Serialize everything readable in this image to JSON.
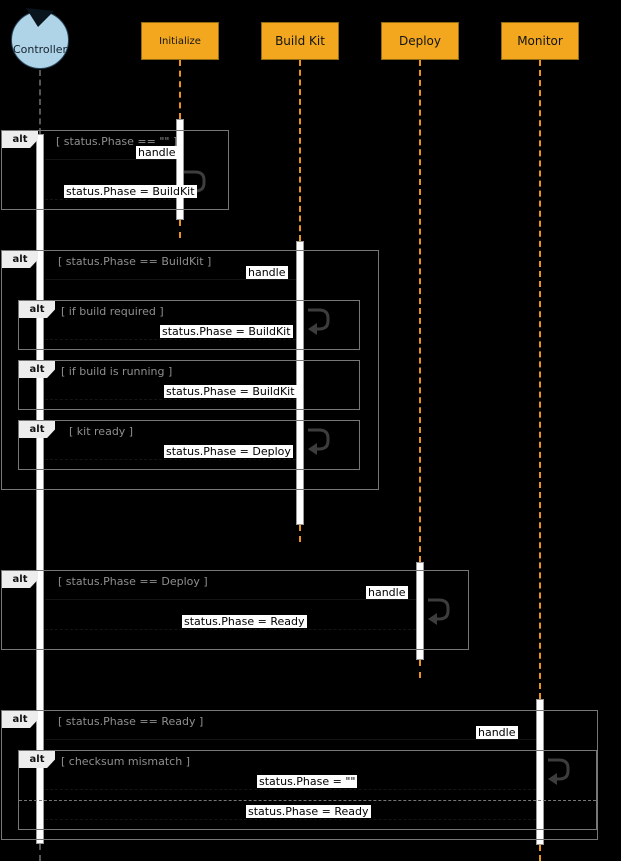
{
  "diagram": {
    "background": "#000000",
    "actor": {
      "label": "Controller"
    },
    "participants": [
      {
        "label": "Initialize"
      },
      {
        "label": "Build Kit"
      },
      {
        "label": "Deploy"
      },
      {
        "label": "Monitor"
      }
    ],
    "fragments": {
      "f1": {
        "operator": "alt",
        "guard": "[ status.Phase == \"\" ]"
      },
      "f2": {
        "operator": "alt",
        "guard": "[ status.Phase == BuildKit ]"
      },
      "f2a": {
        "operator": "alt",
        "guard": "[ if build required ]"
      },
      "f2b": {
        "operator": "alt",
        "guard": "[ if build is running ]"
      },
      "f2c": {
        "operator": "alt",
        "guard": "[ kit ready ]"
      },
      "f3": {
        "operator": "alt",
        "guard": "[ status.Phase == Deploy ]"
      },
      "f4": {
        "operator": "alt",
        "guard": "[ status.Phase == Ready ]"
      },
      "f4a": {
        "operator": "alt",
        "guard": "[ checksum mismatch ]"
      }
    },
    "messages": {
      "m1": "handle",
      "m2": "status.Phase = BuildKit",
      "m3": "handle",
      "m4": "status.Phase = BuildKit",
      "m5": "status.Phase = BuildKit",
      "m6": "status.Phase = Deploy",
      "m7": "handle",
      "m8": "status.Phase = Ready",
      "m9": "handle",
      "m10": "status.Phase = \"\"",
      "m11": "status.Phase = Ready"
    },
    "colors": {
      "participant_fill": "#F2A71E",
      "lifeline": "#E8941A",
      "activation": "#FFFFFF",
      "fragment_border": "#777777",
      "actor_fill": "#AFD4E8",
      "message_label_bg": "#FFFFFF"
    }
  }
}
